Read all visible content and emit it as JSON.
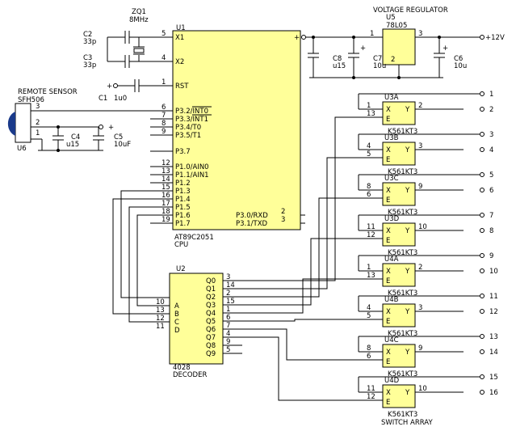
{
  "u1": {
    "ref": "U1",
    "part": "AT89C2051",
    "role": "CPU",
    "left_pins": [
      {
        "name": "X1",
        "num": "5"
      },
      {
        "name": "X2",
        "num": "4"
      },
      {
        "name": "RST",
        "num": "1"
      },
      {
        "name": "P3.2/INT0",
        "num": "6"
      },
      {
        "name": "P3.3/INT1",
        "num": "7"
      },
      {
        "name": "P3.4/T0",
        "num": "8"
      },
      {
        "name": "P3.5/T1",
        "num": "9"
      },
      {
        "name": "P3.7",
        "num": ""
      },
      {
        "name": "P1.0/AIN0",
        "num": "12"
      },
      {
        "name": "P1.1/AIN1",
        "num": "13"
      },
      {
        "name": "P1.2",
        "num": "14"
      },
      {
        "name": "P1.3",
        "num": "15"
      },
      {
        "name": "P1.4",
        "num": "16"
      },
      {
        "name": "P1.5",
        "num": "17"
      },
      {
        "name": "P1.6",
        "num": "18"
      },
      {
        "name": "P1.7",
        "num": "19"
      }
    ],
    "right_pins": [
      {
        "name": "P3.0/RXD",
        "num": "2"
      },
      {
        "name": "P3.1/TXD",
        "num": "3"
      }
    ]
  },
  "u2": {
    "ref": "U2",
    "part": "4028",
    "role": "DECODER",
    "inputs": [
      {
        "name": "A",
        "num": "10"
      },
      {
        "name": "B",
        "num": "13"
      },
      {
        "name": "C",
        "num": "12"
      },
      {
        "name": "D",
        "num": "11"
      }
    ],
    "outputs": [
      {
        "name": "Q0",
        "num": "3"
      },
      {
        "name": "Q1",
        "num": "14"
      },
      {
        "name": "Q2",
        "num": "2"
      },
      {
        "name": "Q3",
        "num": "15"
      },
      {
        "name": "Q4",
        "num": "1"
      },
      {
        "name": "Q5",
        "num": "6"
      },
      {
        "name": "Q6",
        "num": "7"
      },
      {
        "name": "Q7",
        "num": "4"
      },
      {
        "name": "Q8",
        "num": "9"
      },
      {
        "name": "Q9",
        "num": "5"
      }
    ]
  },
  "u5": {
    "title": "VOLTAGE REGULATOR",
    "ref": "U5",
    "part": "78L05",
    "pin_in": "1",
    "pin_out": "3",
    "pin_gnd": "2"
  },
  "u6": {
    "title": "REMOTE SENSOR",
    "part": "SFH506",
    "ref": "U6",
    "pins": [
      "3",
      "2",
      "1"
    ]
  },
  "xtal": {
    "ref": "ZQ1",
    "value": "8MHz"
  },
  "caps": [
    {
      "ref": "C2",
      "value": "33p"
    },
    {
      "ref": "C3",
      "value": "33p"
    },
    {
      "ref": "C1",
      "value": "1u0"
    },
    {
      "ref": "C4",
      "value": "u15"
    },
    {
      "ref": "C5",
      "value": "10uF"
    },
    {
      "ref": "C8",
      "value": "u15"
    },
    {
      "ref": "C7",
      "value": "10u"
    },
    {
      "ref": "C6",
      "value": "10u"
    }
  ],
  "plus": "+",
  "supply_label": "+12V",
  "switches": [
    {
      "ref": "U3A",
      "in_a": "1",
      "in_b": "13",
      "out": "2",
      "lo": "1",
      "hi": "2"
    },
    {
      "ref": "U3B",
      "in_a": "4",
      "in_b": "5",
      "out": "3",
      "lo": "3",
      "hi": "4"
    },
    {
      "ref": "U3C",
      "in_a": "8",
      "in_b": "6",
      "out": "9",
      "lo": "5",
      "hi": "6"
    },
    {
      "ref": "U3D",
      "in_a": "11",
      "in_b": "12",
      "out": "10",
      "lo": "7",
      "hi": "8"
    },
    {
      "ref": "U4A",
      "in_a": "1",
      "in_b": "13",
      "out": "2",
      "lo": "9",
      "hi": "10"
    },
    {
      "ref": "U4B",
      "in_a": "4",
      "in_b": "5",
      "out": "3",
      "lo": "11",
      "hi": "12"
    },
    {
      "ref": "U4C",
      "in_a": "8",
      "in_b": "6",
      "out": "9",
      "lo": "13",
      "hi": "14"
    },
    {
      "ref": "U4D",
      "in_a": "11",
      "in_b": "12",
      "out": "10",
      "lo": "15",
      "hi": "16"
    }
  ],
  "switch_part": "K561KT3",
  "switch_labels": {
    "x": "X",
    "y": "Y",
    "e": "E"
  },
  "switch_array_label": "SWITCH ARRAY"
}
